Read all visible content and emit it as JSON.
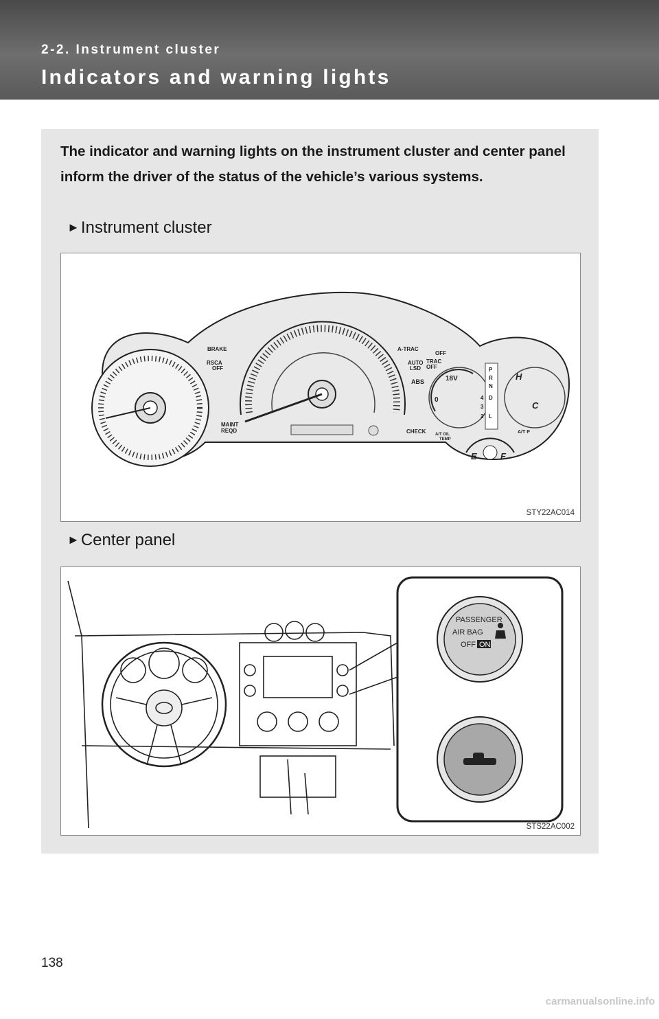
{
  "header": {
    "section": "2-2. Instrument cluster",
    "title": "Indicators and warning lights"
  },
  "intro": "The indicator and warning lights on the instrument cluster and center panel inform the driver of the status of the vehicle’s various systems.",
  "instrument_cluster": {
    "heading": "Instrument cluster",
    "figure_code": "STY22AC014",
    "labels": {
      "brake": "BRAKE",
      "rsca": "RSCA",
      "rsca_off": "OFF",
      "maint": "MAINT",
      "reqd": "REQD",
      "atrac": "A-TRAC",
      "off": "OFF",
      "auto": "AUTO",
      "lsd": "LSD",
      "trac": "TRAC",
      "trac_off": "OFF",
      "abs": "ABS",
      "check": "CHECK",
      "volt": "18V",
      "zero": "0",
      "gear_p": "P",
      "gear_r": "R",
      "gear_n": "N",
      "gear_4": "4",
      "gear_d": "D",
      "gear_3": "3",
      "gear_2": "2",
      "gear_l": "L",
      "hot": "H",
      "cold": "C",
      "at_oil": "A/T OIL",
      "temp": "TEMP",
      "atp": "A/T P",
      "empty": "E",
      "full": "F"
    }
  },
  "center_panel": {
    "heading": "Center panel",
    "figure_code": "STS22AC002",
    "passenger": "PASSENGER",
    "airbag": "AIR BAG",
    "off": "OFF",
    "on": "ON"
  },
  "page_number": "138",
  "footer": "carmanualsonline.info",
  "icons": [
    "triangle-arrow-right-icon",
    "seatbelt-icon",
    "fuel-pump-icon",
    "battery-icon",
    "engine-icon",
    "oil-can-icon",
    "tire-pressure-icon",
    "airbag-icon"
  ]
}
